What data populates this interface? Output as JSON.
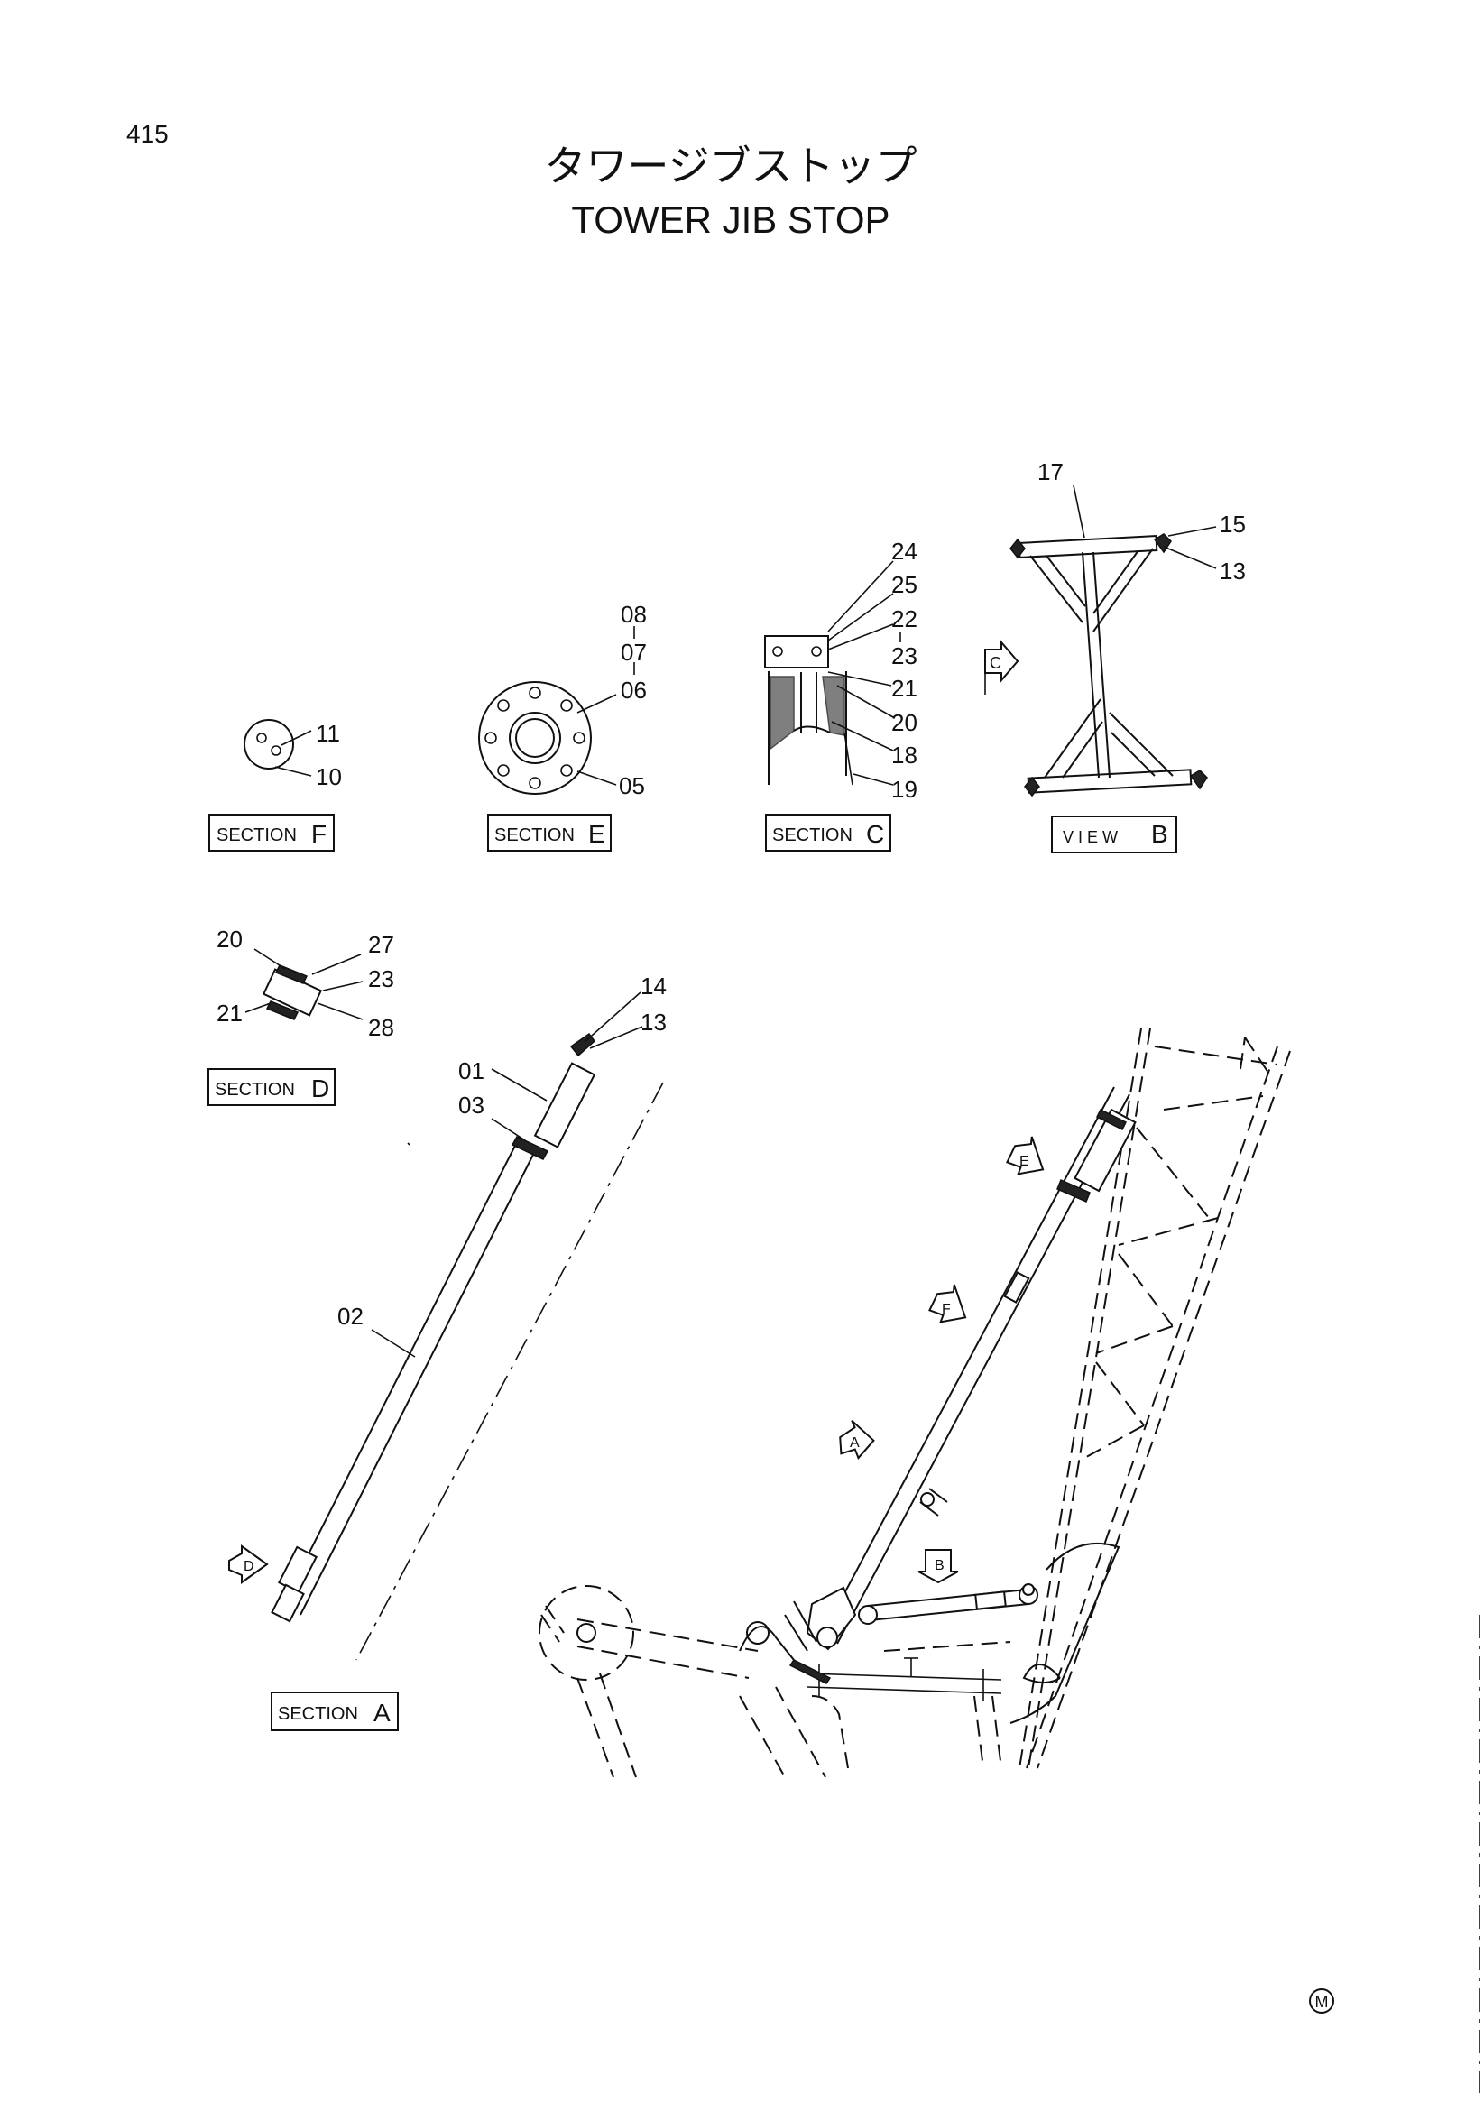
{
  "header": {
    "page_number": "415",
    "title_jp": "タワージブストップ",
    "title_en": "TOWER JIB STOP"
  },
  "sections": {
    "f": {
      "prefix": "SECTION",
      "letter": "F"
    },
    "e": {
      "prefix": "SECTION",
      "letter": "E"
    },
    "c": {
      "prefix": "SECTION",
      "letter": "C"
    },
    "b": {
      "prefix": "V I E W",
      "letter": "B"
    },
    "d": {
      "prefix": "SECTION",
      "letter": "D"
    },
    "a": {
      "prefix": "SECTION",
      "letter": "A"
    }
  },
  "callouts": {
    "p01": "01",
    "p02": "02",
    "p03": "03",
    "p05": "05",
    "p06": "06",
    "p07": "07",
    "p08": "08",
    "p10": "10",
    "p11": "11",
    "p13a": "13",
    "p13b": "13",
    "p14": "14",
    "p15": "15",
    "p17": "17",
    "p18": "18",
    "p19": "19",
    "p20a": "20",
    "p20b": "20",
    "p21a": "21",
    "p21b": "21",
    "p22": "22",
    "p23a": "23",
    "p23b": "23",
    "p24": "24",
    "p25": "25",
    "p27": "27",
    "p28": "28"
  },
  "view_arrows": {
    "c": "C",
    "d": "D",
    "e": "E",
    "f": "F",
    "a": "A",
    "b": "B"
  },
  "footer": {
    "mark": "M"
  }
}
